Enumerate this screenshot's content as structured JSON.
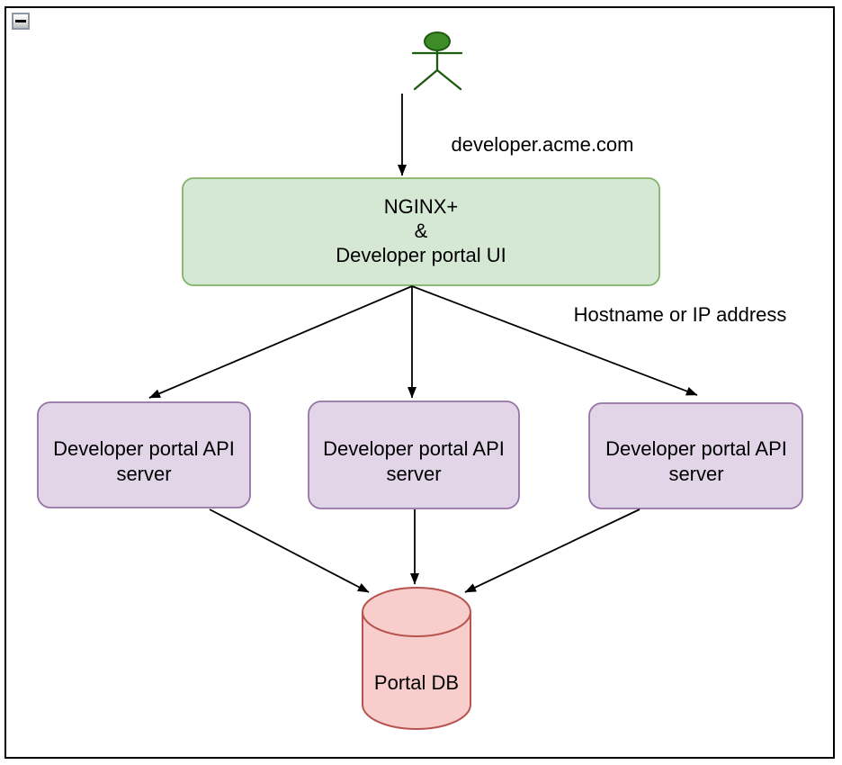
{
  "window": {
    "collapse_button": {
      "icon": "minus-icon"
    }
  },
  "diagram": {
    "labels": {
      "domain": "developer.acme.com",
      "hostname": "Hostname or IP address"
    },
    "nodes": {
      "nginx": {
        "lines": [
          "NGINX+",
          "&",
          "Developer portal UI"
        ]
      },
      "api_servers": [
        {
          "line1": "Developer portal API",
          "line2": "server"
        },
        {
          "line1": "Developer portal API",
          "line2": "server"
        },
        {
          "line1": "Developer portal API",
          "line2": "server"
        }
      ],
      "db": {
        "label": "Portal DB"
      }
    },
    "colors": {
      "nginx_fill": "#d5e8d4",
      "nginx_stroke": "#82b366",
      "api_fill": "#e1d5e7",
      "api_stroke": "#9673a6",
      "db_fill": "#f8cecc",
      "db_stroke": "#b85450",
      "actor_fill": "#3d8c28",
      "actor_stroke": "#1d5b10",
      "edge": "#000000"
    }
  }
}
